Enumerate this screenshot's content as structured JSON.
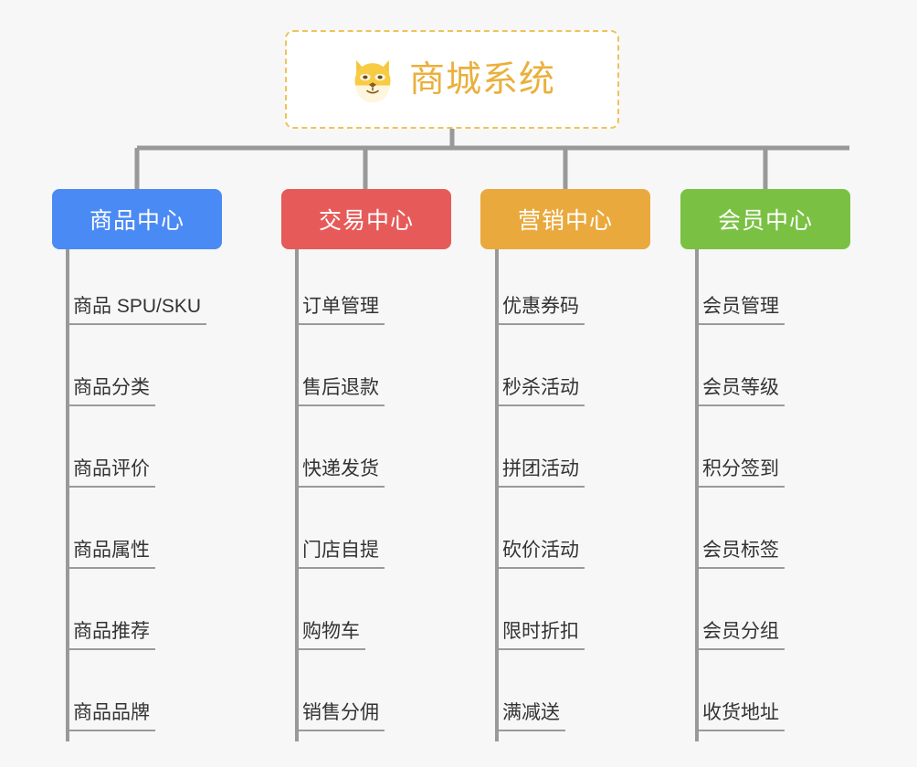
{
  "diagram": {
    "title": "商城系统",
    "root_icon": "shiba-dog-face-icon",
    "background_color": "#f7f7f7",
    "root": {
      "label": "商城系统",
      "border_color": "#f0c25a",
      "text_color": "#e9b03c",
      "fill_color": "#ffffff",
      "border_style": "dashed"
    },
    "connector_color": "#999999",
    "branches": [
      {
        "label": "商品中心",
        "color": "#4a8af4",
        "items": [
          {
            "label": "商品 SPU/SKU"
          },
          {
            "label": "商品分类"
          },
          {
            "label": "商品评价"
          },
          {
            "label": "商品属性"
          },
          {
            "label": "商品推荐"
          },
          {
            "label": "商品品牌"
          }
        ]
      },
      {
        "label": "交易中心",
        "color": "#e65b59",
        "items": [
          {
            "label": "订单管理"
          },
          {
            "label": "售后退款"
          },
          {
            "label": "快递发货"
          },
          {
            "label": "门店自提"
          },
          {
            "label": "购物车"
          },
          {
            "label": "销售分佣"
          }
        ]
      },
      {
        "label": "营销中心",
        "color": "#eaa93c",
        "items": [
          {
            "label": "优惠券码"
          },
          {
            "label": "秒杀活动"
          },
          {
            "label": "拼团活动"
          },
          {
            "label": "砍价活动"
          },
          {
            "label": "限时折扣"
          },
          {
            "label": "满减送"
          }
        ]
      },
      {
        "label": "会员中心",
        "color": "#7ac143",
        "items": [
          {
            "label": "会员管理"
          },
          {
            "label": "会员等级"
          },
          {
            "label": "积分签到"
          },
          {
            "label": "会员标签"
          },
          {
            "label": "会员分组"
          },
          {
            "label": "收货地址"
          }
        ]
      }
    ]
  }
}
